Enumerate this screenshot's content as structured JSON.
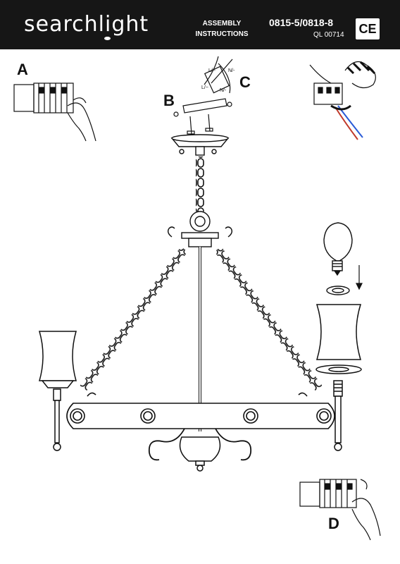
{
  "header": {
    "brand": "searchlight",
    "assembly_line1": "ASSEMBLY",
    "assembly_line2": "INSTRUCTIONS",
    "model": "0815-5/0818-8",
    "ql_code": "QL 00714",
    "ce_mark": "CE"
  },
  "steps": {
    "a": "A",
    "b": "B",
    "c": "C",
    "d": "D"
  },
  "wiring_labels": {
    "l1": "L/~",
    "n1": "N/-",
    "l2": "L/~",
    "n2": "N/-"
  }
}
